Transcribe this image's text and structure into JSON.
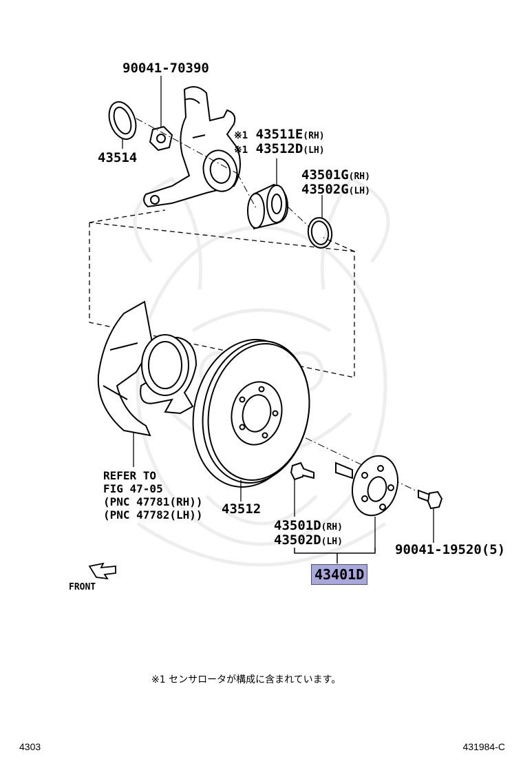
{
  "labels": {
    "p90041_70390": "90041-70390",
    "p43514": "43514",
    "p43511e_mark": "※1",
    "p43511e": "43511E",
    "p43511e_side": "(RH)",
    "p43512d_mark": "※1",
    "p43512d": "43512D",
    "p43512d_side": "(LH)",
    "p43501g": "43501G",
    "p43501g_side": "(RH)",
    "p43502g": "43502G",
    "p43502g_side": "(LH)",
    "refer_1": "REFER TO",
    "refer_2": "FIG 47-05",
    "refer_3": "(PNC 47781(RH))",
    "refer_4": "(PNC 47782(LH))",
    "p43512": "43512",
    "p43501d": "43501D",
    "p43501d_side": "(RH)",
    "p43502d": "43502D",
    "p43502d_side": "(LH)",
    "p90041_19520": "90041-19520(5)",
    "p43401d": "43401D",
    "front": "FRONT"
  },
  "note": "※1 センサロータが構成に含まれています。",
  "footer": {
    "left": "4303",
    "right": "431984-C"
  },
  "colors": {
    "highlight": "#a8a8dc",
    "line": "#000000",
    "watermark": "#ececec"
  }
}
